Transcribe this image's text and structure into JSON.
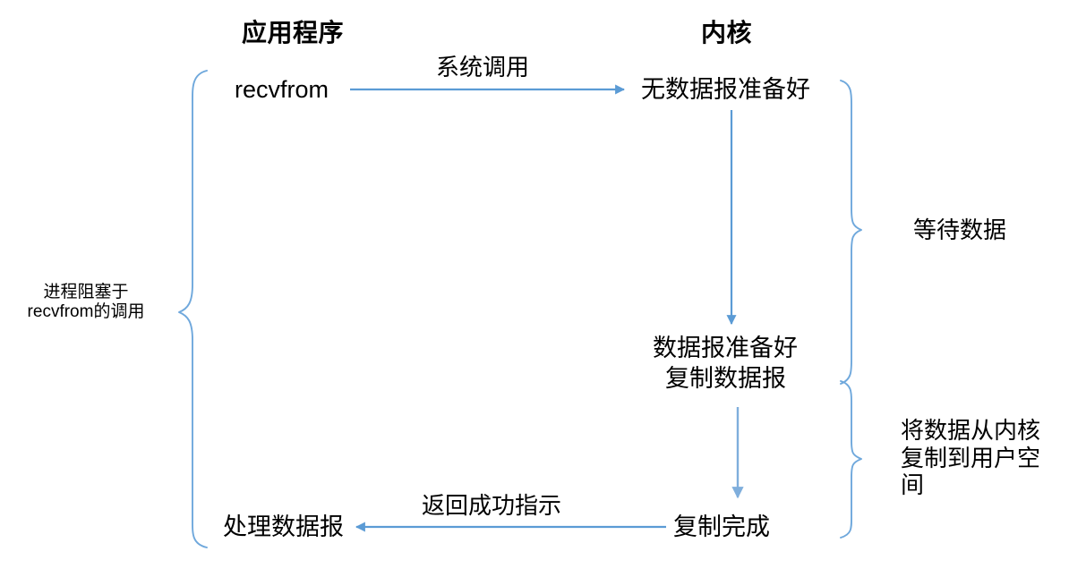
{
  "diagram": {
    "title_app": "应用程序",
    "title_kernel": "内核",
    "colors": {
      "arrow": "#5B9BD5",
      "arrow_light": "#9DC3E6",
      "brace": "#6FA8DC",
      "text": "#000000",
      "background": "#FFFFFF"
    },
    "columns": [
      {
        "id": "application",
        "heading": "应用程序"
      },
      {
        "id": "kernel",
        "heading": "内核"
      }
    ],
    "nodes": [
      {
        "id": "recvfrom",
        "label": "recvfrom",
        "column": "application"
      },
      {
        "id": "no-datagram-ready",
        "label": "无数据报准备好",
        "column": "kernel"
      },
      {
        "id": "datagram-ready",
        "label": "数据报准备好",
        "column": "kernel"
      },
      {
        "id": "copy-datagram",
        "label": "复制数据报",
        "column": "kernel"
      },
      {
        "id": "copy-complete",
        "label": "复制完成",
        "column": "kernel"
      },
      {
        "id": "process-datagram",
        "label": "处理数据报",
        "column": "application"
      }
    ],
    "edges": [
      {
        "id": "syscall",
        "label": "系统调用",
        "from": "recvfrom",
        "to": "no-datagram-ready",
        "direction": "right"
      },
      {
        "id": "wait",
        "label": "",
        "from": "no-datagram-ready",
        "to": "datagram-ready",
        "direction": "down"
      },
      {
        "id": "copying",
        "label": "",
        "from": "copy-datagram",
        "to": "copy-complete",
        "direction": "down"
      },
      {
        "id": "return-success",
        "label": "返回成功指示",
        "from": "copy-complete",
        "to": "process-datagram",
        "direction": "left"
      }
    ],
    "annotations": [
      {
        "id": "process-blocked",
        "side": "left",
        "lines": [
          "进程阻塞于",
          "recvfrom的调用"
        ],
        "text": "进程阻塞于recvfrom的调用"
      },
      {
        "id": "waiting-for-data",
        "side": "right",
        "lines": [
          "等待数据"
        ],
        "text": "等待数据"
      },
      {
        "id": "copy-kernel-to-user",
        "side": "right",
        "lines": [
          "将数据从内核",
          "复制到用户空",
          "间"
        ],
        "text": "将数据从内核复制到用户空间"
      }
    ],
    "braces": [
      {
        "id": "left-brace",
        "orientation": "right-pointing",
        "label_ref": "process-blocked"
      },
      {
        "id": "right-brace-wait",
        "orientation": "left-pointing",
        "label_ref": "waiting-for-data"
      },
      {
        "id": "right-brace-copy",
        "orientation": "left-pointing",
        "label_ref": "copy-kernel-to-user"
      }
    ]
  }
}
